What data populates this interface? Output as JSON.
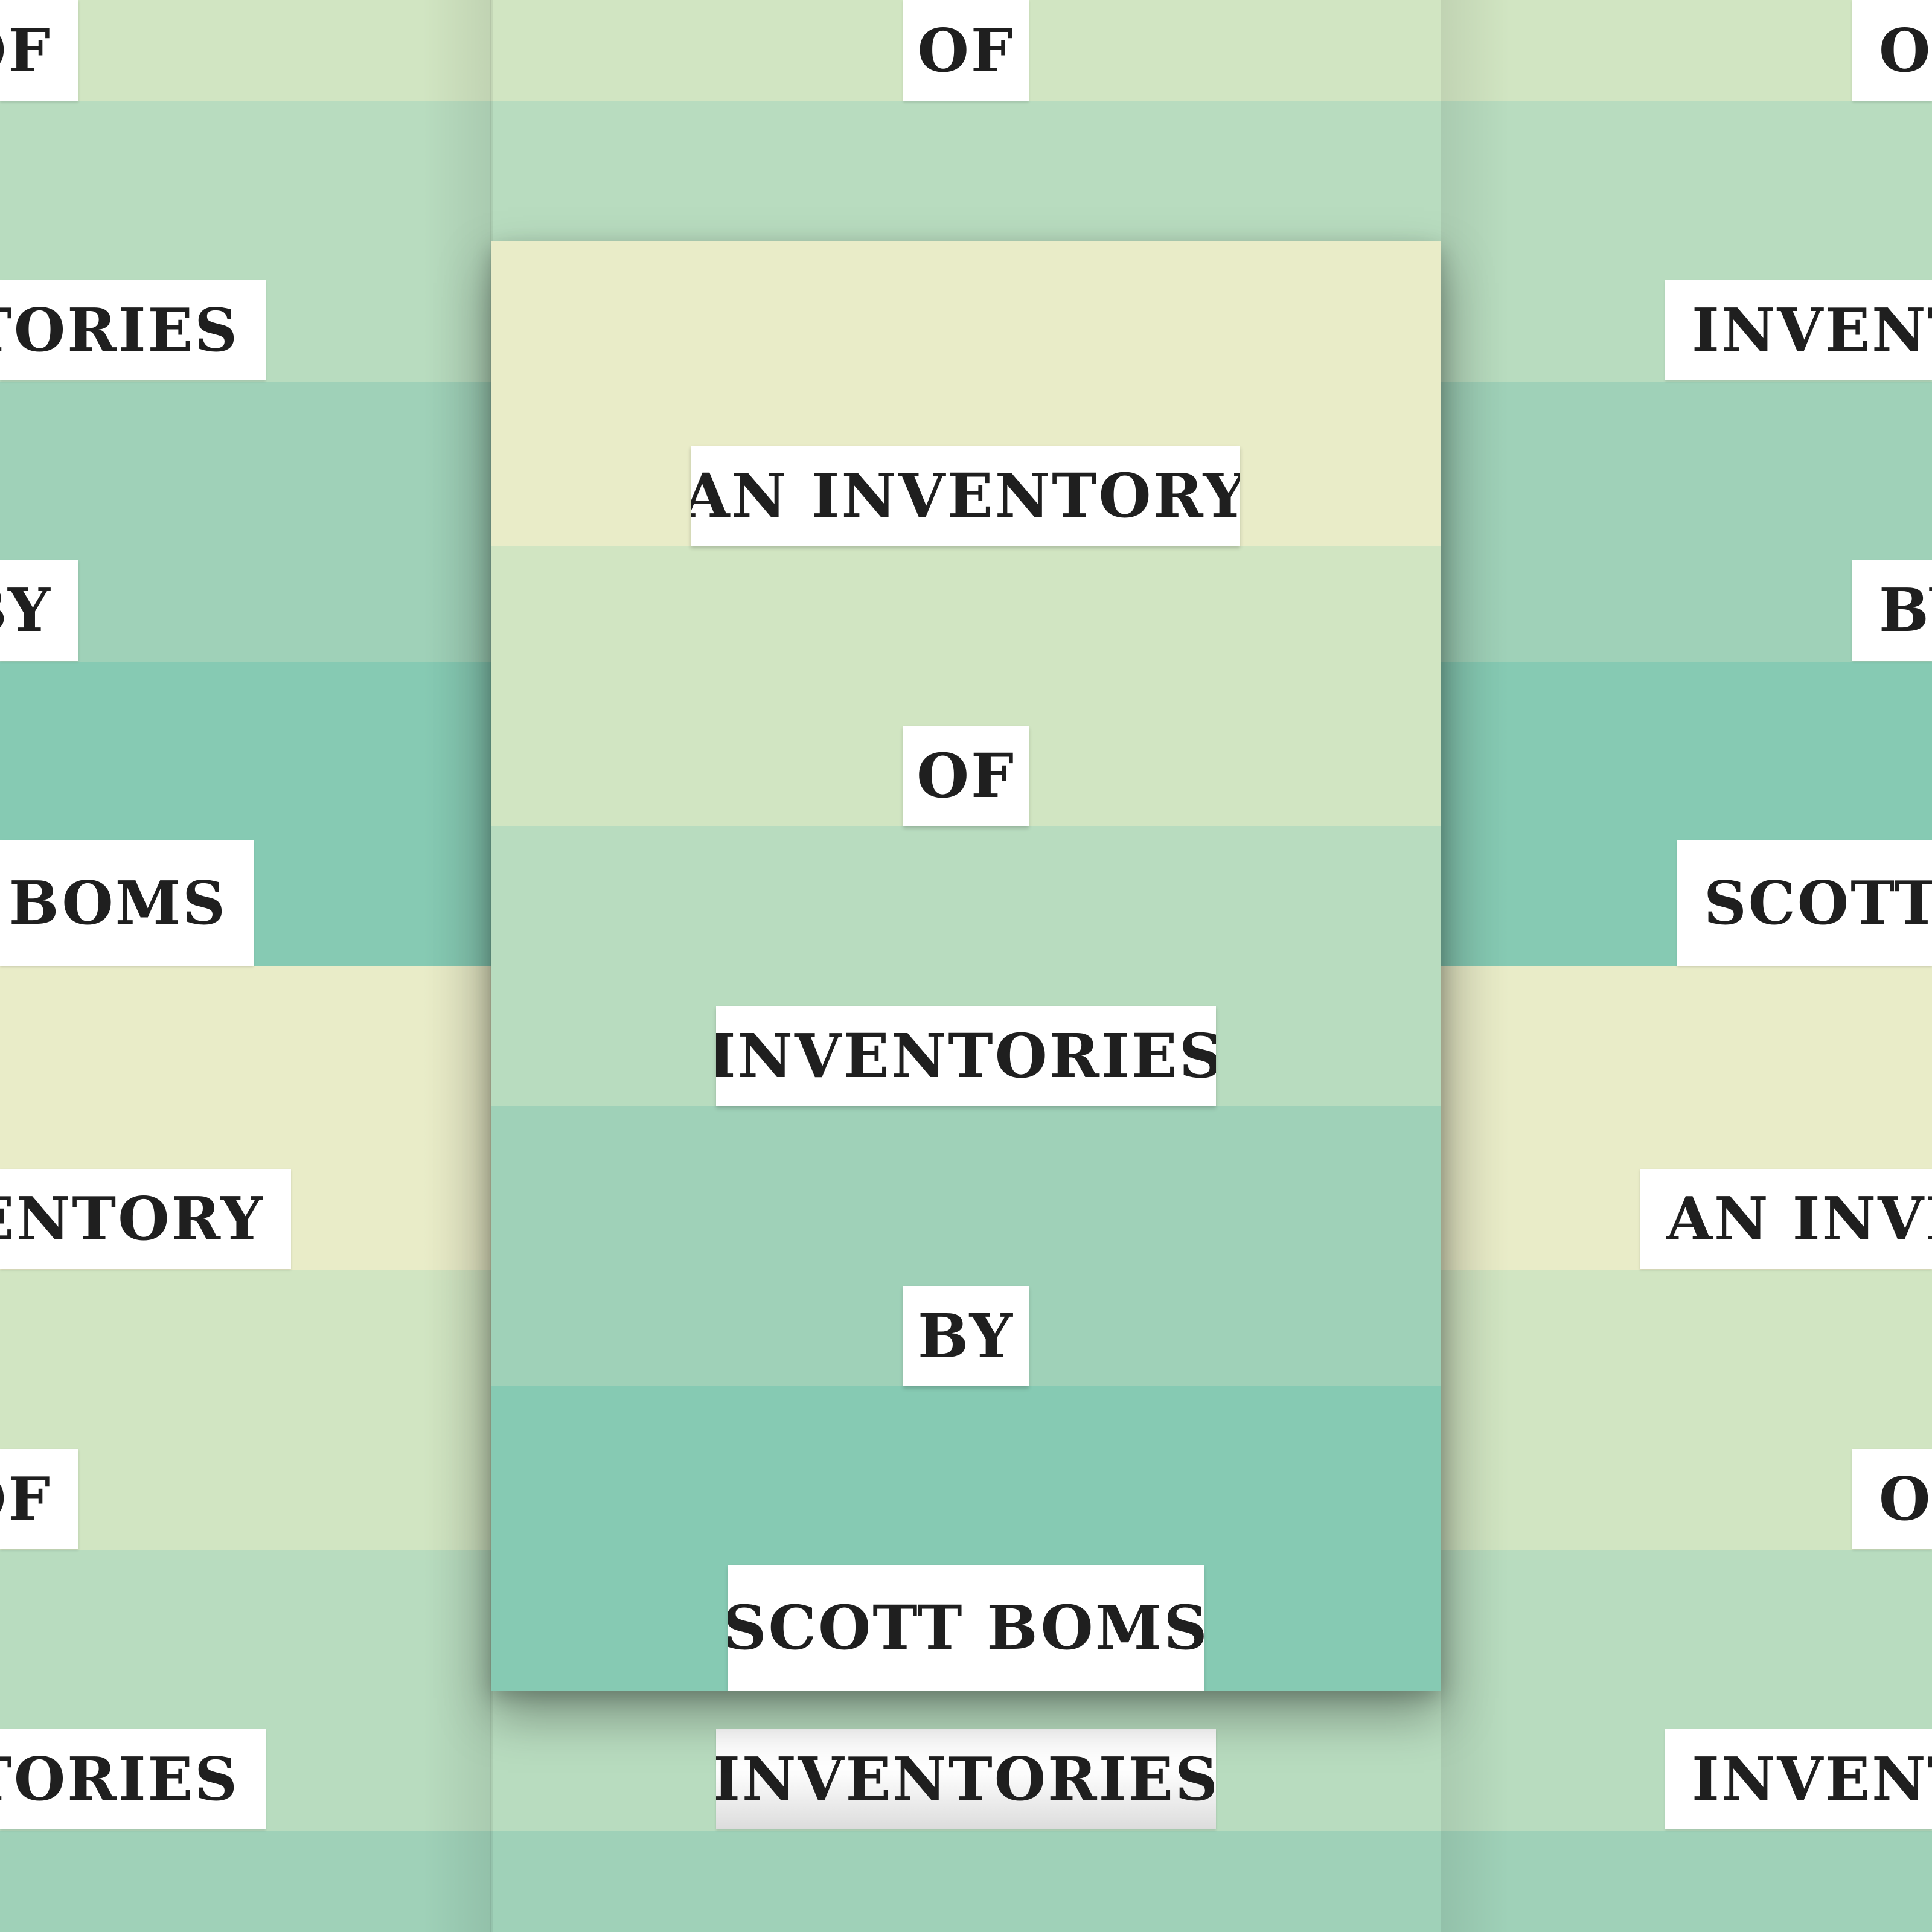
{
  "cover": {
    "line1": "AN INVENTORY",
    "line2": "OF",
    "line3": "INVENTORIES",
    "line4": "BY",
    "line5": "SCOTT BOMS"
  },
  "background": {
    "top_left_fragment": "OF",
    "top_center": "OF",
    "top_right_fragment": "OF",
    "left_inventories_fragment": "TORIES",
    "right_inventories_fragment": "INVENT",
    "left_by_fragment": "BY",
    "right_by_fragment": "BY",
    "left_author_fragment": "T BOMS",
    "right_author_fragment": "SCOTT",
    "left_inventory_fragment": "ENTORY",
    "right_inventory_fragment": "AN INVE",
    "left_of_fragment_2": "OF",
    "right_of_fragment_2": "OF",
    "left_inventories_fragment_2": "TORIES",
    "center_inventories_bottom": "INVENTORIES",
    "right_inventories_fragment_2": "INVENT"
  },
  "colors": {
    "yellow_band": "#e9ecc8",
    "pale_green_band": "#d1e5c2",
    "light_green_band": "#b8dcbf",
    "mid_green_band": "#9fd1b8",
    "teal_band": "#86cab3",
    "label_bg": "#ffffff",
    "text": "#1f1f1f"
  }
}
